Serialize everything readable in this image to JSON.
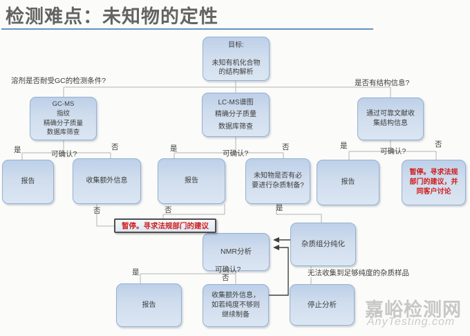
{
  "title": "检测难点：未知物的定性",
  "colors": {
    "accent_underline": "#5e93c5",
    "box_fill_top": "#bdd0e9",
    "box_fill_bottom": "#dbe6f3",
    "box_border": "#93afd3",
    "red_text": "#cf1d1c",
    "connector_line": "#b3b3b3"
  },
  "questions": {
    "solvent_gc": "溶剂是否耐受GC的检测条件?",
    "structure_info": "是否有结构信息?"
  },
  "branch_labels": {
    "yes": "是",
    "no": "否",
    "confirm": "可确认?"
  },
  "annotations": {
    "insufficient_purity": "无法收集到足够纯度的杂质样品"
  },
  "nodes": {
    "goal": "目标:\n\n未知有机化合物\n的结构解析",
    "gcms": "GC-MS\n指纹\n精确分子质量\n数据库筛查",
    "lcms": "LC-MS谱图\n精确分子质量\n数据库筛查",
    "literature": "通过可靠文献收\n集结构信息",
    "report_left": "报告",
    "collect_left": "收集额外信息",
    "report_mid": "报告",
    "impurity_q": "未知物是否有必\n要进行杂质制备?",
    "report_right": "报告",
    "pause_right": "暂停。寻求法规\n部门的建议，并\n同客户讨论",
    "pause_mid": "暂停。寻求法规部门的建议",
    "nmr": "NMR分析",
    "purify": "杂质组分纯化",
    "report_bottom": "报告",
    "collect_bottom": "收集额外信息，\n如若纯度不够则\n继续制备",
    "stop": "停止分析"
  },
  "watermark": {
    "site_cn": "嘉峪检测网",
    "site_en": "AnyTesting.com"
  }
}
